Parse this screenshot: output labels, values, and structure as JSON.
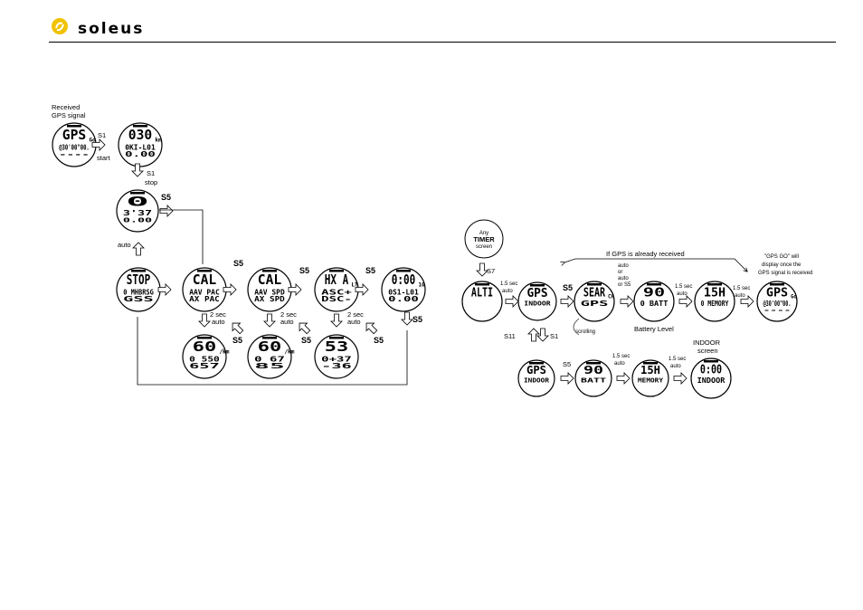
{
  "brand": {
    "name": "soleus",
    "accent": "#f2c200"
  },
  "watches": [
    {
      "id": "gps-received",
      "lines": [
        "GPS",
        "@30'00\"00.",
        "----"
      ],
      "tag": "Go"
    },
    {
      "id": "run",
      "lines": [
        "030",
        "0KI-L01",
        "0.00"
      ],
      "tag": "km"
    },
    {
      "id": "stop-time",
      "lines": [
        "0",
        "3'37",
        "0.00"
      ],
      "tag": ""
    },
    {
      "id": "stop",
      "lines": [
        "STOP",
        "0 MHBRSG",
        "GSS"
      ],
      "tag": ""
    },
    {
      "id": "cal-pace",
      "lines": [
        "CAL",
        "AAV PAC",
        "AX PAC"
      ],
      "tag": ""
    },
    {
      "id": "cal-speed",
      "lines": [
        "CAL",
        "AAV SPD",
        "AX SPD"
      ],
      "tag": ""
    },
    {
      "id": "alt",
      "lines": [
        "HX A",
        "ASC+",
        "DSC-"
      ],
      "tag": "LT"
    },
    {
      "id": "lap",
      "lines": [
        "0:00",
        "0S1-L01",
        "0.00"
      ],
      "tag": "10"
    },
    {
      "id": "cal-detail-1",
      "lines": [
        "60",
        "0 550",
        "657"
      ],
      "tag": "/km"
    },
    {
      "id": "cal-detail-2",
      "lines": [
        "60",
        "0 67",
        "85"
      ],
      "tag": "/km"
    },
    {
      "id": "alt-detail",
      "lines": [
        "53",
        "0+37",
        "-36"
      ],
      "tag": ""
    },
    {
      "id": "alti",
      "lines": [
        "ALTI",
        "",
        ""
      ],
      "tag": ""
    },
    {
      "id": "gps-indoor",
      "lines": [
        "GPS",
        "INDOOR",
        ""
      ],
      "tag": ""
    },
    {
      "id": "search",
      "lines": [
        "SEAR",
        "GPS",
        ""
      ],
      "tag": "CH"
    },
    {
      "id": "battery",
      "lines": [
        "90",
        "0 BATT",
        ""
      ],
      "tag": ""
    },
    {
      "id": "memory",
      "lines": [
        "15H",
        "0 MEMORY",
        ""
      ],
      "tag": ""
    },
    {
      "id": "gps-go",
      "lines": [
        "GPS",
        "@30'00\"00.",
        "----"
      ],
      "tag": "Go"
    },
    {
      "id": "gps-indoor-2",
      "lines": [
        "GPS",
        "INDOOR",
        ""
      ],
      "tag": ""
    },
    {
      "id": "battery-2",
      "lines": [
        "90",
        "BATT",
        ""
      ],
      "tag": ""
    },
    {
      "id": "memory-2",
      "lines": [
        "15H",
        "MEMORY",
        ""
      ],
      "tag": ""
    },
    {
      "id": "indoor",
      "lines": [
        "0:00",
        "INDOOR",
        ""
      ],
      "tag": ""
    }
  ],
  "labels": {
    "received_gps": [
      "Received",
      "GPS signal"
    ],
    "s1": "S1",
    "start": "start",
    "s1_stop_a": "S1",
    "stop": "stop",
    "s5": "S5",
    "auto": "auto",
    "two_sec_auto": [
      "2 sec",
      "auto"
    ],
    "any_timer": [
      "Any",
      "TIMER",
      "screen"
    ],
    "s7": "S7",
    "one_five_sec_auto": [
      "1.5 sec",
      "auto"
    ],
    "auto_or_s5": [
      "auto",
      "or",
      "auto",
      "or S5"
    ],
    "if_gps_received": "If GPS is already received",
    "gps_go_note": [
      "\"GPS GO\" will",
      "display once the",
      "GPS signal is received"
    ],
    "scrolling": "scrolling",
    "battery_level": "Battery Level",
    "s11": "S11",
    "s1b": "S1",
    "indoor_screen": [
      "INDOOR",
      "screen"
    ]
  }
}
